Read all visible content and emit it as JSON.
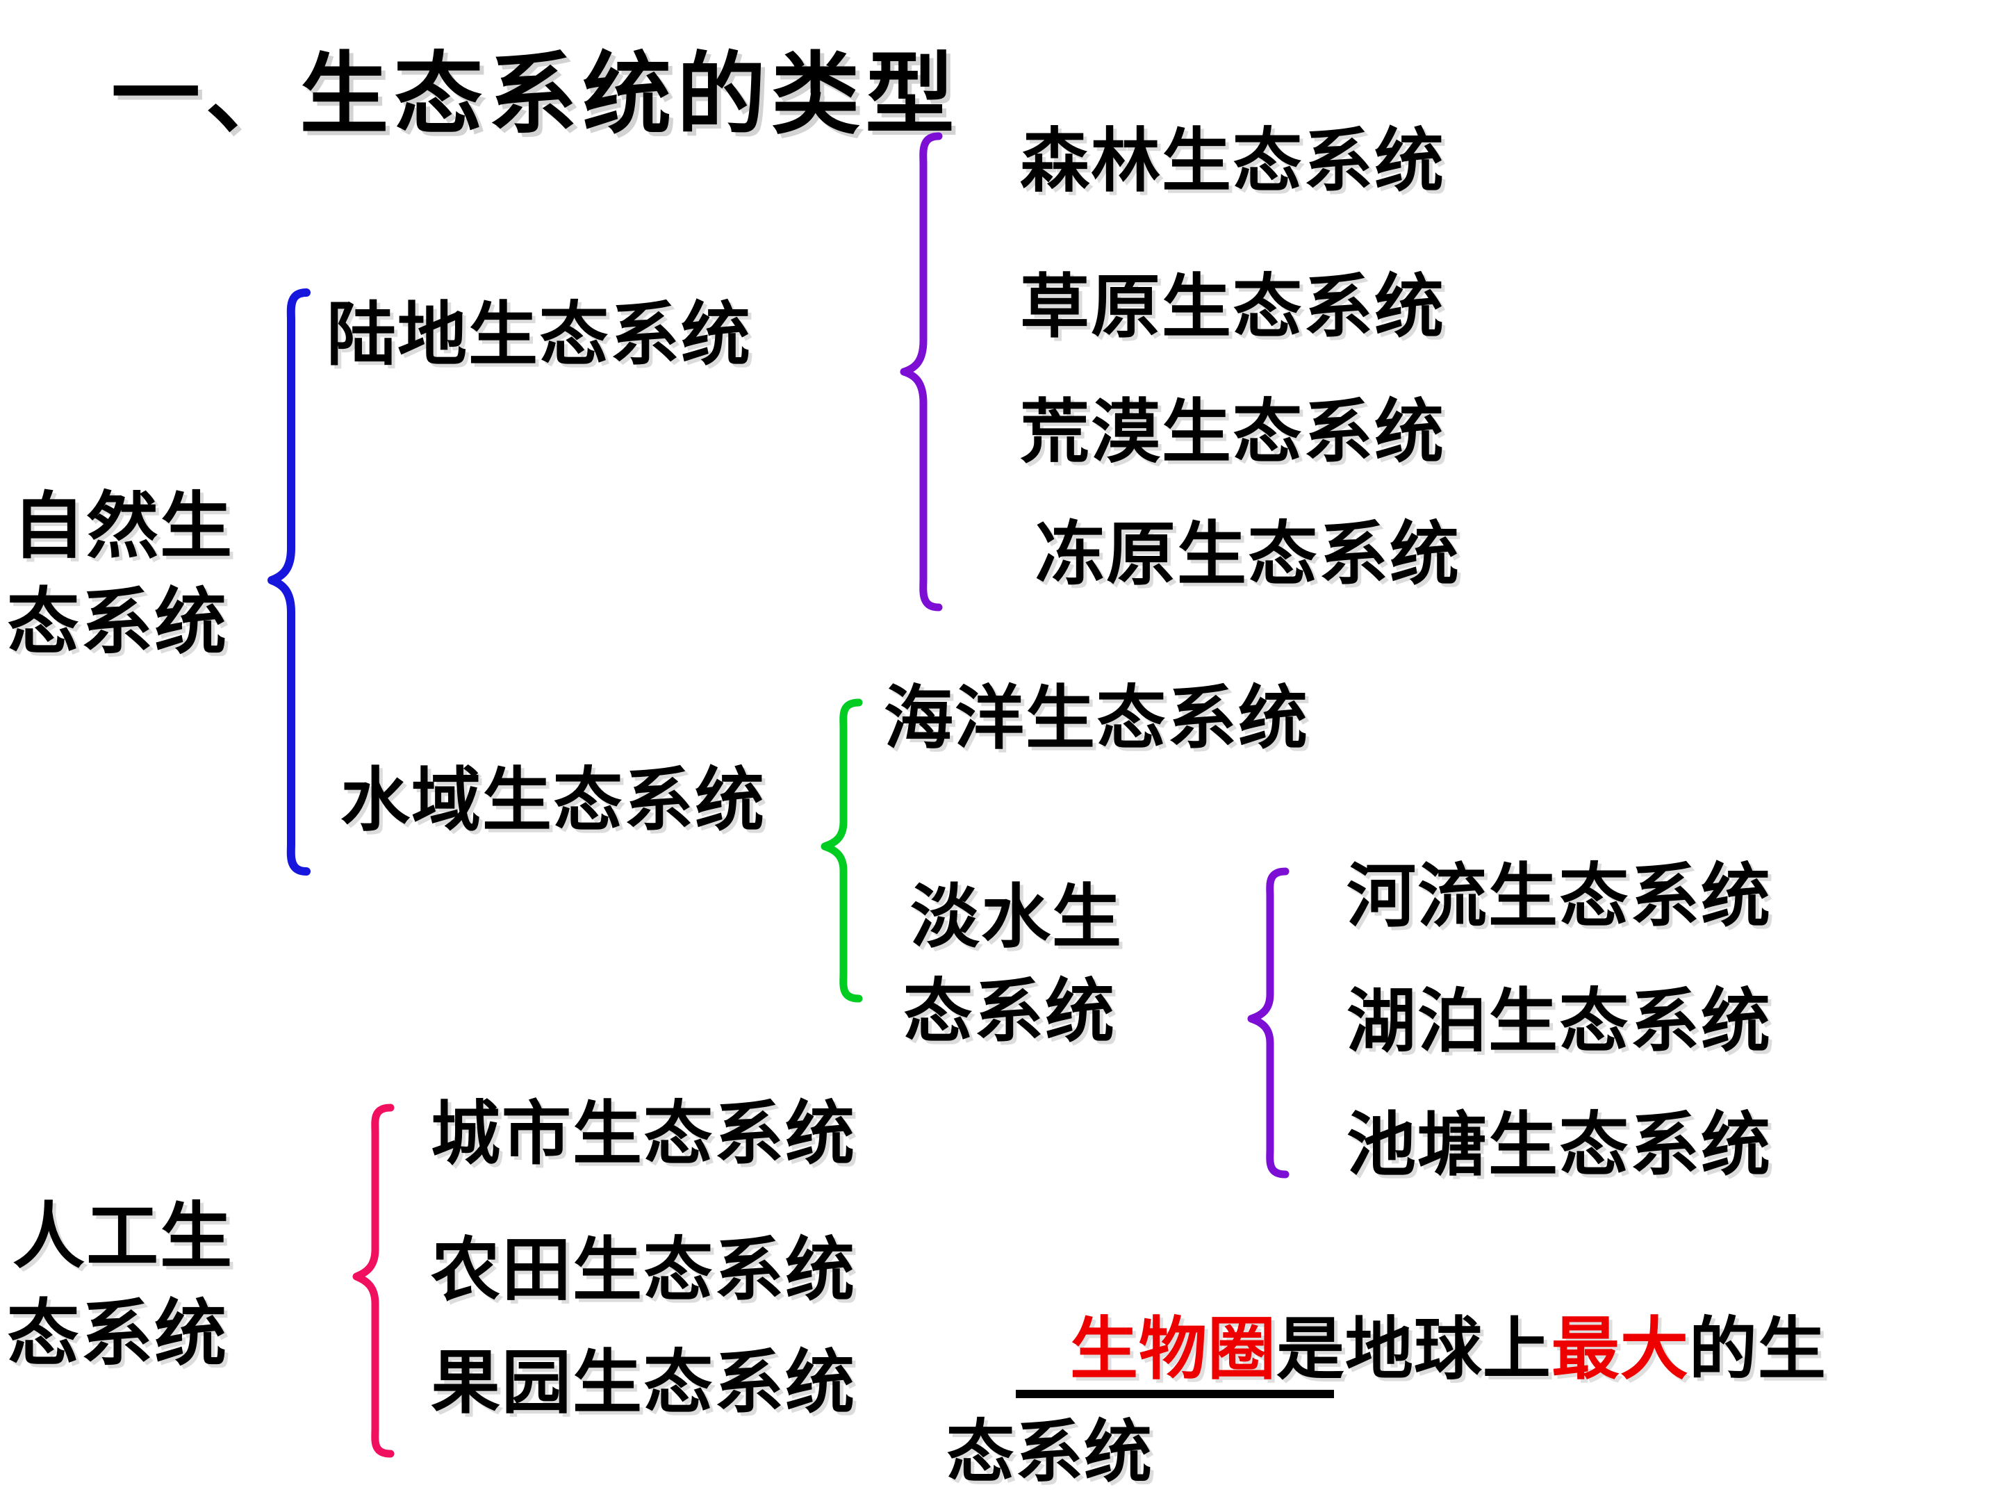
{
  "slide": {
    "title": "一、生态系统的类型",
    "background_color": "#ffffff",
    "text_color": "#000000"
  },
  "categories": {
    "natural": {
      "label_line1": "自然生",
      "label_line2": "态系统",
      "brace_color": "#1616dd"
    },
    "artificial": {
      "label_line1": "人工生",
      "label_line2": "态系统",
      "brace_color": "#f0105f"
    }
  },
  "branches": {
    "terrestrial": {
      "label": "陆地生态系统",
      "brace_color": "#7d0fd4",
      "items": [
        "森林生态系统",
        "草原生态系统",
        "荒漠生态系统",
        "冻原生态系统"
      ]
    },
    "aquatic": {
      "label": "水域生态系统",
      "brace_color": "#00cc22",
      "items": [
        "海洋生态系统"
      ],
      "freshwater": {
        "label_line1": "淡水生",
        "label_line2": "态系统",
        "brace_color": "#7d0fd4",
        "items": [
          "河流生态系统",
          "湖泊生态系统",
          "池塘生态系统"
        ]
      }
    },
    "artificial_items": [
      "城市生态系统",
      "农田生态系统",
      "果园生态系统"
    ]
  },
  "conclusion": {
    "blank_answer": "生物圈",
    "part1": "是地球上",
    "highlight": "最大",
    "part2": "的生",
    "line2": "态系统",
    "highlight_color": "#ee0000"
  }
}
